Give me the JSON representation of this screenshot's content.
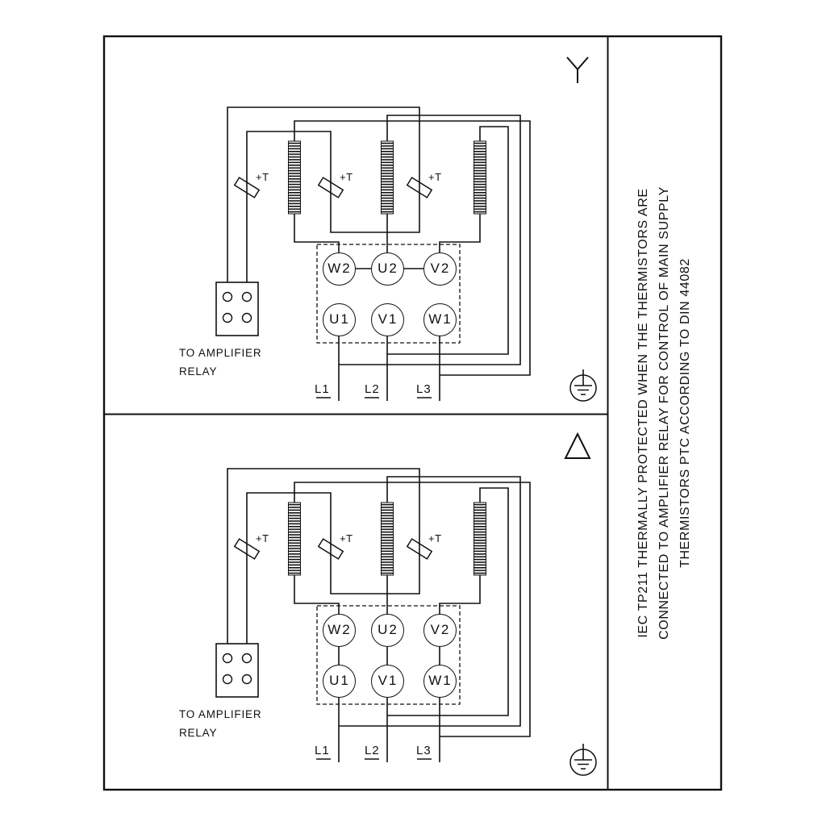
{
  "sidebar_note": {
    "line1": "IEC TP211 THERMALLY PROTECTED WHEN THE THERMISTORS ARE",
    "line2": "CONNECTED TO AMPLIFIER RELAY FOR CONTROL OF MAIN SUPPLY",
    "line3": "THERMISTORS PTC ACCORDING TO DIN 44082"
  },
  "panels": {
    "star": {
      "connection_symbol": "star",
      "terminals_top": [
        "W2",
        "U2",
        "V2"
      ],
      "terminals_bottom": [
        "U1",
        "V1",
        "W1"
      ],
      "mains_labels": [
        "L1",
        "L2",
        "L3"
      ],
      "thermistor_label": "+T",
      "relay_caption_line1": "TO AMPLIFIER",
      "relay_caption_line2": "RELAY"
    },
    "delta": {
      "connection_symbol": "delta",
      "terminals_top": [
        "W2",
        "U2",
        "V2"
      ],
      "terminals_bottom": [
        "U1",
        "V1",
        "W1"
      ],
      "mains_labels": [
        "L1",
        "L2",
        "L3"
      ],
      "thermistor_label": "+T",
      "relay_caption_line1": "TO AMPLIFIER",
      "relay_caption_line2": "RELAY"
    }
  },
  "colors": {
    "line": "#111111",
    "background": "#ffffff"
  }
}
